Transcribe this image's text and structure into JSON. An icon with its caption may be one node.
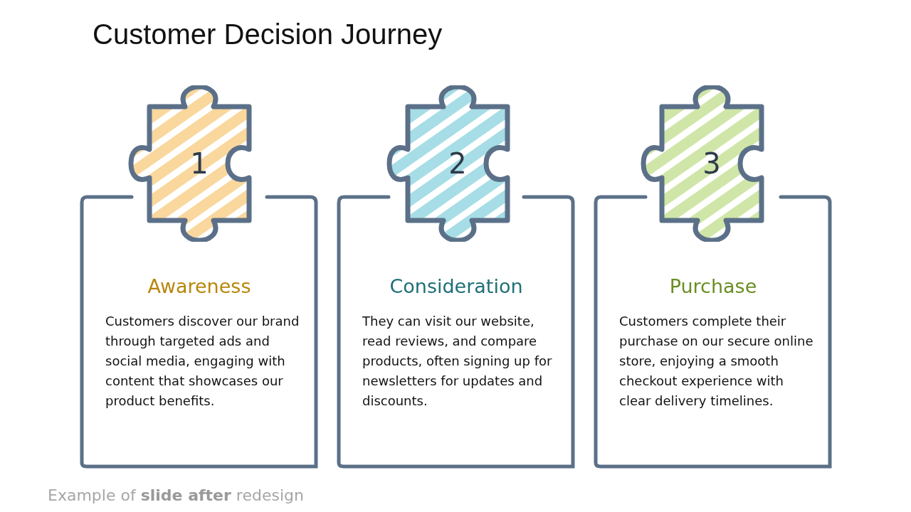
{
  "diagram": {
    "title": "Customer Decision Journey",
    "caption": "Example of **slide after** redesign",
    "nodes": [
      {
        "text": [
          "1"
        ]
      },
      {
        "text": [
          "Awareness",
          "Customers discover our brand through targeted ads and social media, engaging with content that showcases our product benefits."
        ]
      },
      {
        "text": [
          "2"
        ]
      },
      {
        "text": [
          "Consideration",
          "They can visit our website, read reviews, and compare products, often signing up for newsletters for updates and discounts."
        ]
      },
      {
        "text": [
          "3"
        ]
      },
      {
        "text": [
          "Purchase",
          "Customers complete their purchase on our secure online store, enjoying a smooth checkout experience with clear delivery timelines."
        ]
      }
    ],
    "edges": []
  }
}
